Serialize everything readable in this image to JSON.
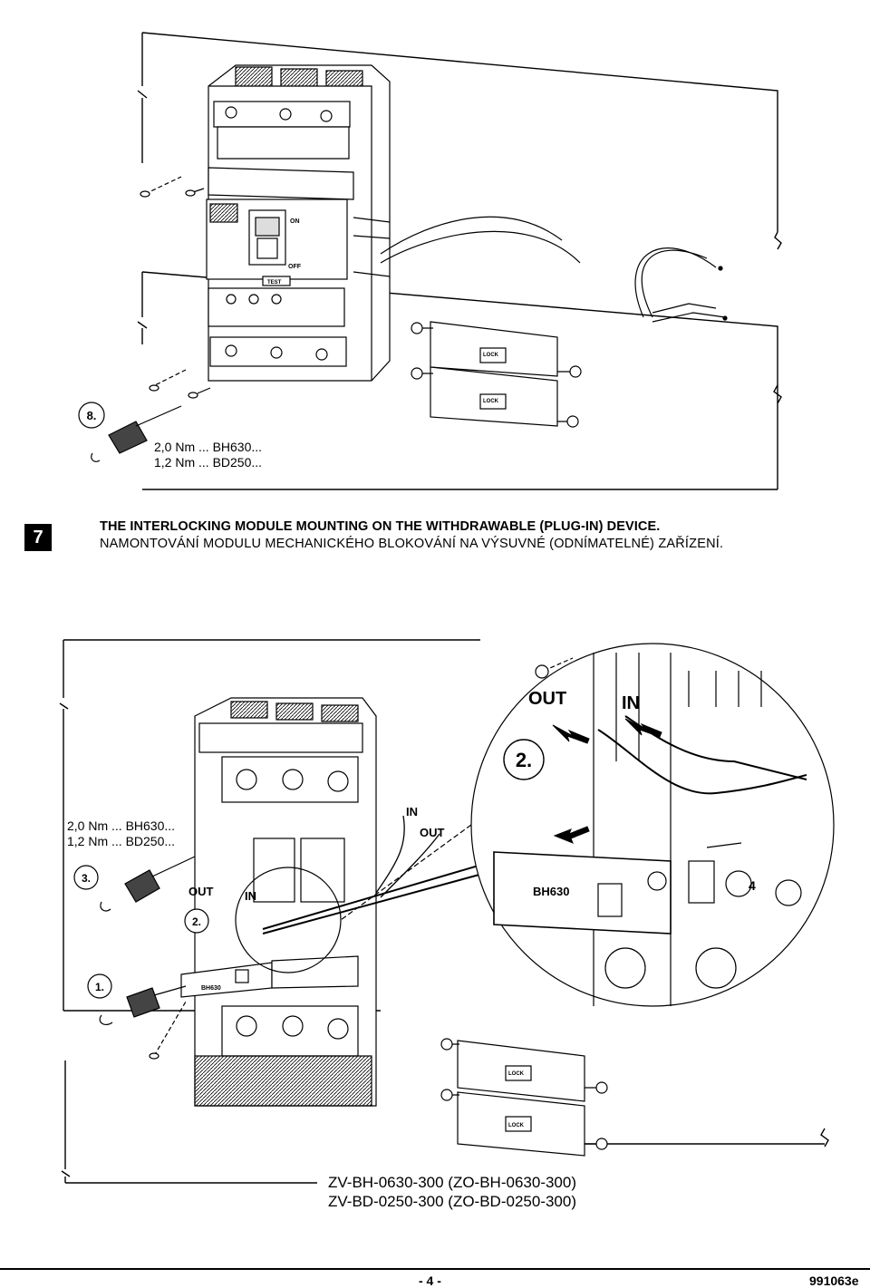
{
  "step8": {
    "number": "8.",
    "torque_lines": [
      "2,0 Nm ... BH630...",
      "1,2 Nm ... BD250..."
    ]
  },
  "section": {
    "number": "7",
    "title_en": "THE INTERLOCKING MODULE MOUNTING ON THE WITHDRAWABLE (PLUG-IN) DEVICE.",
    "title_cz": "NAMONTOVÁNÍ MODULU MECHANICKÉHO BLOKOVÁNÍ NA VÝSUVNÉ (ODNÍMATELNÉ) ZAŘÍZENÍ."
  },
  "figure2": {
    "torque_lines": [
      "2,0 Nm ... BH630...",
      "1,2 Nm ... BD250..."
    ],
    "step3": "3.",
    "step1": "1.",
    "step2": "2.",
    "detail_step2": "2.",
    "labels": {
      "out": "OUT",
      "in": "IN",
      "detail_out": "OUT",
      "detail_in": "IN",
      "bh630": "BH630",
      "detail_bh630": "BH630",
      "detail_4": "4"
    }
  },
  "order_codes": [
    "ZV-BH-0630-300 (ZO-BH-0630-300)",
    "ZV-BD-0250-300 (ZO-BD-0250-300)"
  ],
  "footer": {
    "page": "- 4 -",
    "doc_code": "991063e"
  },
  "device_labels": {
    "on": "ON",
    "off": "OFF",
    "test": "TEST",
    "lock": "LOCK"
  }
}
